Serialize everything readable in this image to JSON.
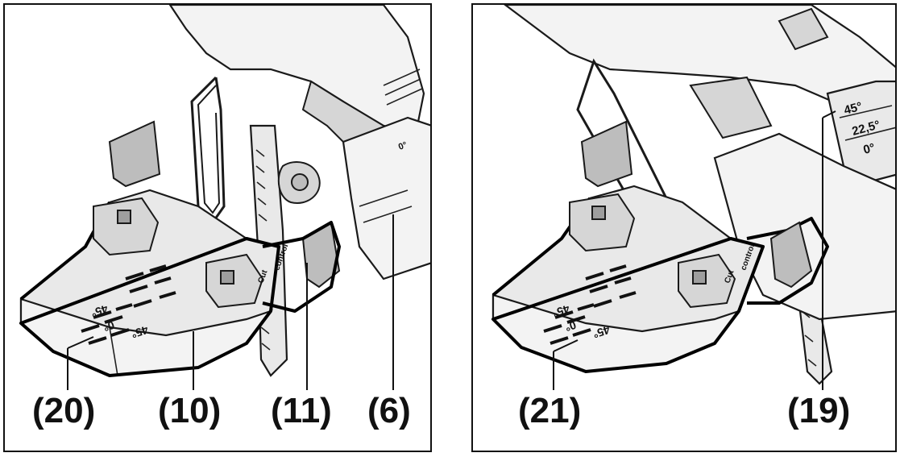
{
  "panels": {
    "left": {
      "callouts": {
        "c20": "(20)",
        "c10": "(10)",
        "c11": "(11)",
        "c6": "(6)"
      },
      "markings": {
        "a45": "45°",
        "a0": "0°",
        "b45": "45°",
        "scale0": "0°",
        "cut": "Cut",
        "control": "control"
      }
    },
    "right": {
      "callouts": {
        "c21": "(21)",
        "c19": "(19)"
      },
      "markings": {
        "a45": "45°",
        "a0": "0°",
        "b45": "45°",
        "s45": "45°",
        "s225": "22,5°",
        "s0": "0°",
        "cut": "Cut",
        "control": "control"
      }
    }
  }
}
